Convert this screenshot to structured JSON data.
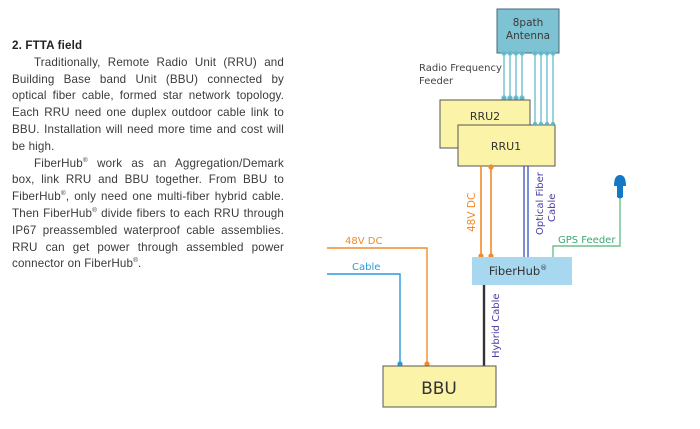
{
  "section": {
    "heading": "2. FTTA field",
    "paragraph1": "Traditionally, Remote Radio Unit (RRU) and Building Base band Unit (BBU) connected by optical fiber cable, formed star network topology. Each RRU need one duplex outdoor cable link to BBU. Installation will need more time and cost will be high.",
    "paragraph2": {
      "parts": [
        "FiberHub",
        " work as an Aggregation/Demark box, link RRU and BBU together. From BBU to FiberHub",
        ", only need one multi-fiber hybrid cable. Then FiberHub",
        " divide fibers to each RRU through IP67 preassembled waterproof cable assemblies. RRU can get power through assembled power connector on FiberHub",
        "."
      ],
      "reg_mark": "®"
    }
  },
  "diagram": {
    "antenna": {
      "line1": "8path",
      "line2": "Antenna"
    },
    "rf_feeder_label": {
      "line1": "Radio Frequency",
      "line2": "Feeder"
    },
    "rru2": "RRU2",
    "rru1": "RRU1",
    "dc_vertical_label": "48V DC",
    "optical_label": {
      "line1": "Optical Fiber",
      "line2": "Cable"
    },
    "gps_label": "GPS Feeder",
    "fiberhub": "FiberHub",
    "reg_mark": "®",
    "dc_left_label": "48V DC",
    "cable_left_label": "Cable",
    "hybrid_label": "Hybrid Cable",
    "bbu": "BBU",
    "colors": {
      "antenna_fill": "#7ec3d3",
      "feeder": "#6fbfcf",
      "rru_fill": "#fbf3a8",
      "fiberhub_fill": "#a8d8f0",
      "power": "#f08a2a",
      "cable": "#2a9ad8",
      "optical": "#3a4fc0",
      "gps": "#6cc08a",
      "gps_antenna": "#1478c8",
      "hybrid": "#333333",
      "label_purple": "#4a3fa0"
    }
  }
}
